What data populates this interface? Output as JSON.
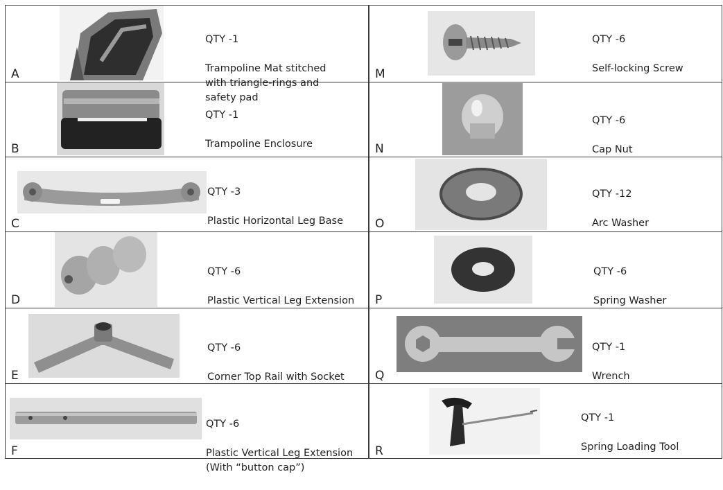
{
  "left_column": [
    {
      "letter": "A",
      "qty": "QTY -1",
      "name": "Trampoline Mat stitched\nwith triangle-rings and\nsafety pad",
      "icon": "trampoline-mat-icon"
    },
    {
      "letter": "B",
      "qty": "QTY -1",
      "name": "Trampoline Enclosure",
      "icon": "enclosure-net-icon"
    },
    {
      "letter": "C",
      "qty": "QTY -3",
      "name": "Plastic Horizontal Leg Base",
      "icon": "leg-base-icon"
    },
    {
      "letter": "D",
      "qty": "QTY -6",
      "name": "Plastic Vertical Leg Extension",
      "icon": "leg-extension-icon"
    },
    {
      "letter": "E",
      "qty": "QTY -6",
      "name": "Corner Top Rail with Socket",
      "icon": "corner-rail-icon"
    },
    {
      "letter": "F",
      "qty": "QTY -6",
      "name": "Plastic Vertical Leg Extension\n(With “button cap”)",
      "icon": "tube-icon"
    }
  ],
  "right_column": [
    {
      "letter": "M",
      "qty": "QTY -6",
      "name": "Self-locking Screw",
      "icon": "screw-icon"
    },
    {
      "letter": "N",
      "qty": "QTY -6",
      "name": "Cap Nut",
      "icon": "cap-nut-icon"
    },
    {
      "letter": "O",
      "qty": "QTY -12",
      "name": "Arc Washer",
      "icon": "arc-washer-icon"
    },
    {
      "letter": "P",
      "qty": "QTY -6",
      "name": "Spring Washer",
      "icon": "spring-washer-icon"
    },
    {
      "letter": "Q",
      "qty": "QTY -1",
      "name": "Wrench",
      "icon": "wrench-icon"
    },
    {
      "letter": "R",
      "qty": "QTY -1",
      "name": "Spring Loading Tool",
      "icon": "spring-tool-icon"
    }
  ]
}
